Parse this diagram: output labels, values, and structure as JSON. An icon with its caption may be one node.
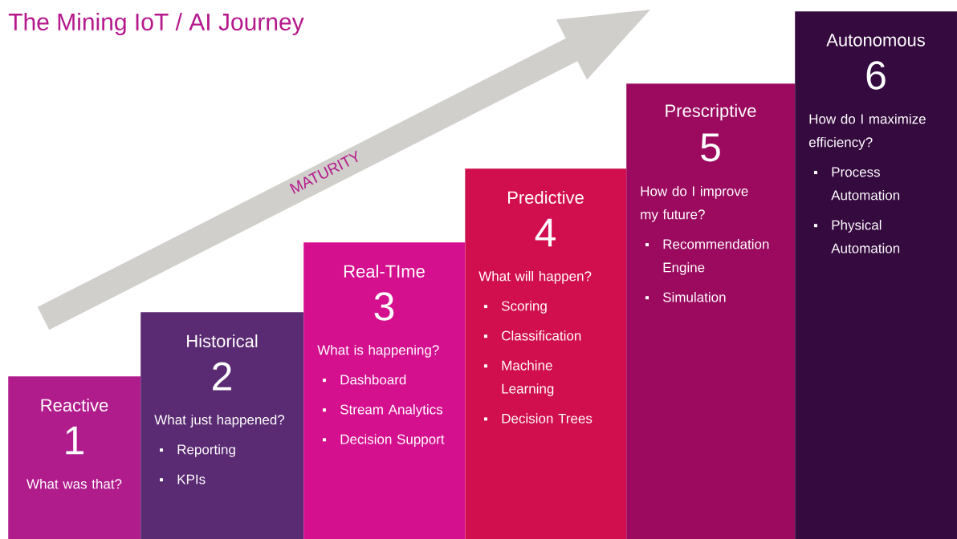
{
  "diagram": {
    "title": "The Mining IoT / AI Journey",
    "nodes": [
      {
        "text": [
          "Reactive",
          "1",
          "What was that?"
        ]
      },
      {
        "text": [
          "Historical",
          "2",
          "What just happened?",
          "Reporting",
          "KPIs"
        ]
      },
      {
        "text": [
          "Real-TIme",
          "3",
          "What is happening?",
          "Dashboard",
          "Stream Analytics",
          "Decision Support"
        ]
      },
      {
        "text": [
          "Predictive",
          "4",
          "What will happen?",
          "Scoring",
          "Classification",
          "Machine Learning",
          "Decision Trees"
        ]
      },
      {
        "text": [
          "Prescriptive",
          "5",
          "How do I improve my future?",
          "Recommendation Engine",
          "Simulation"
        ]
      },
      {
        "text": [
          "Autonomous",
          "6",
          "How do I maximize efficiency?",
          "Process Automation",
          "Physical Automation"
        ]
      }
    ],
    "labels": [
      "MATURITY"
    ]
  }
}
